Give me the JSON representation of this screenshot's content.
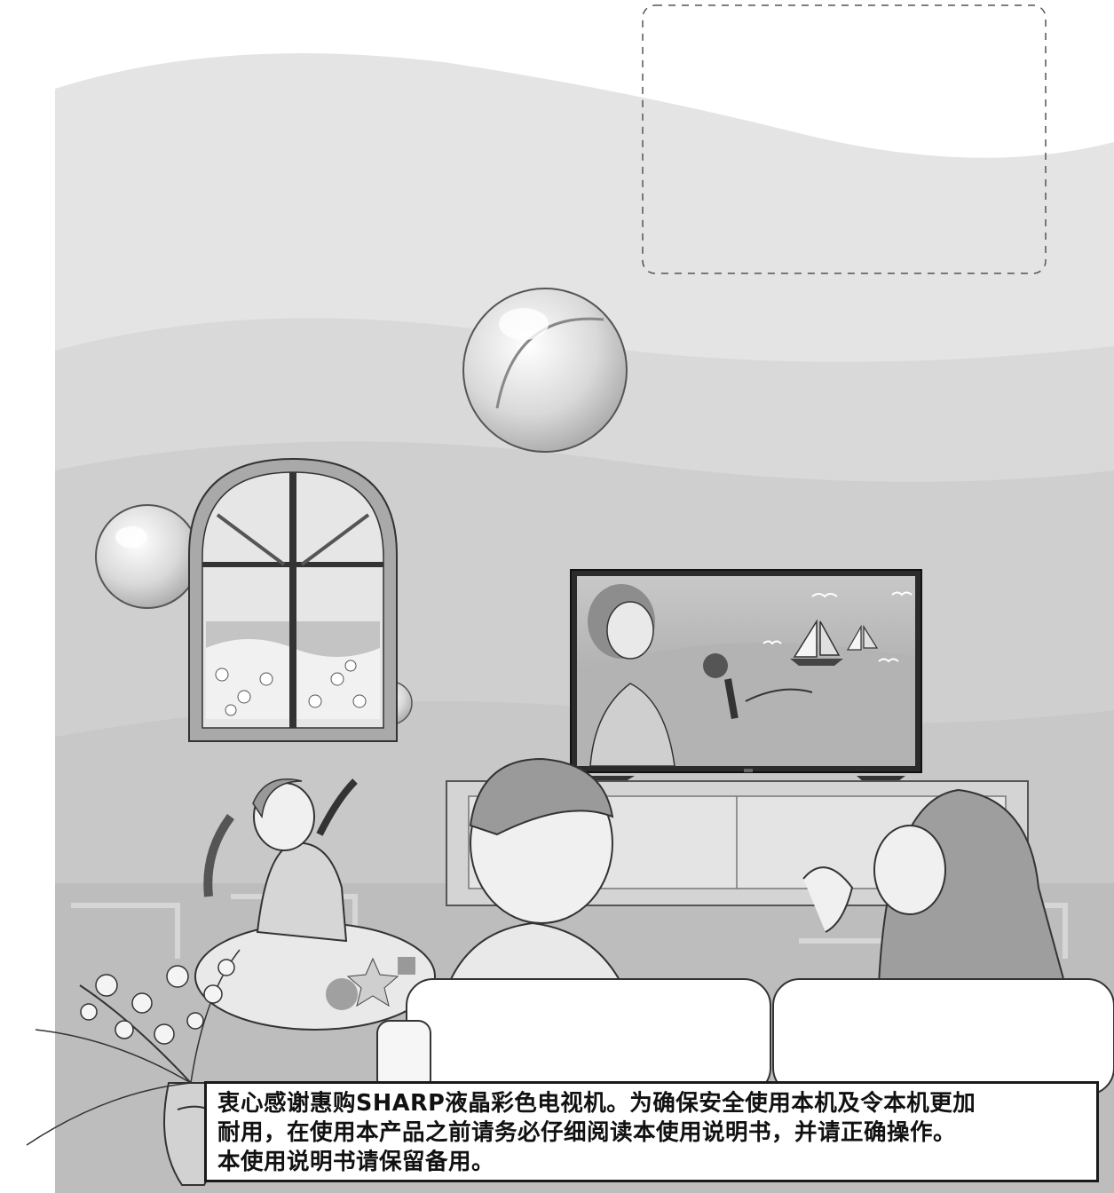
{
  "notice": {
    "line1": "衷心感谢惠购SHARP液晶彩色电视机。为确保安全使用本机及令本机更加",
    "line2": "耐用，在使用本产品之前请务必仔细阅读本使用说明书，并请正确操作。",
    "line3": "本使用说明书请保留备用。"
  },
  "colors": {
    "wall_upper": "#e3e3e3",
    "wall_band": "#cdcdcd",
    "floor": "#bdbdbd",
    "outline": "#333333",
    "notice_border": "#1a1a1a"
  },
  "icons": [
    "beach-ball-icon",
    "bubble-icon",
    "sailboat-icon",
    "bird-icon",
    "microphone-icon",
    "bouquet-icon",
    "star-icon"
  ]
}
